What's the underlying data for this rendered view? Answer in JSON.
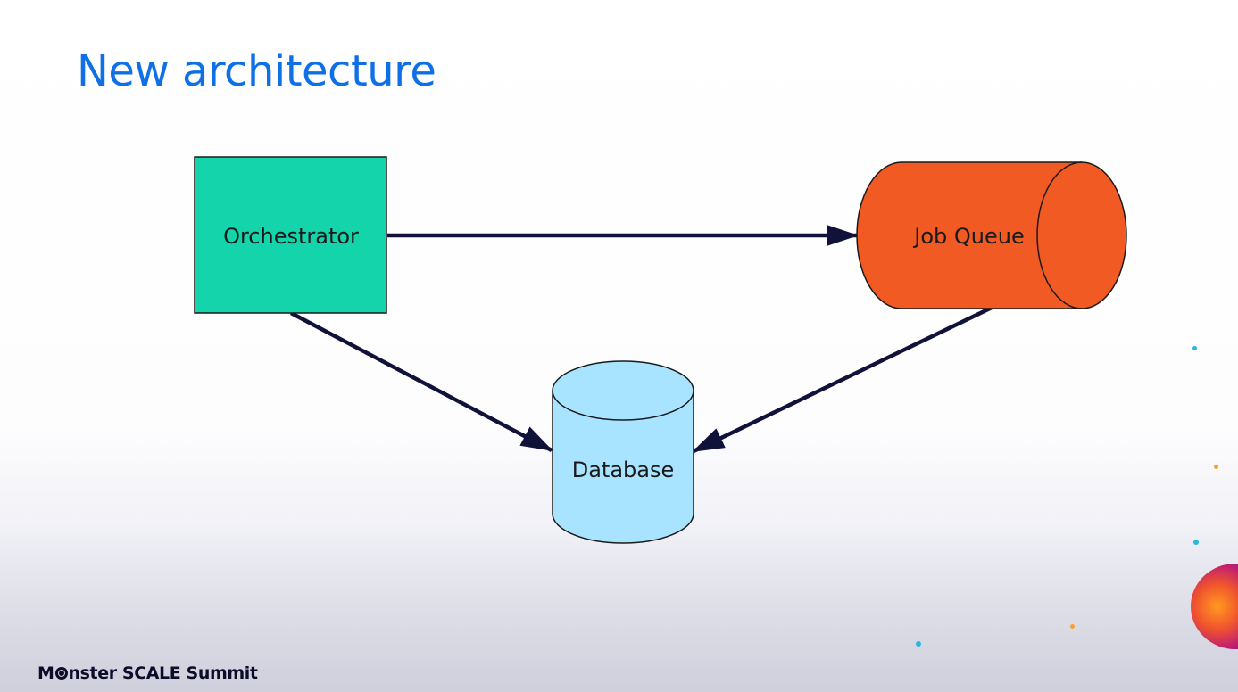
{
  "slide": {
    "title": "New architecture"
  },
  "diagram": {
    "nodes": {
      "orchestrator": {
        "label": "Orchestrator",
        "shape": "rectangle",
        "color": "#13d4ab"
      },
      "job_queue": {
        "label": "Job Queue",
        "shape": "horizontal-cylinder",
        "color": "#f15a22"
      },
      "database": {
        "label": "Database",
        "shape": "vertical-cylinder",
        "color": "#a8e3ff"
      }
    },
    "edges": [
      {
        "from": "Orchestrator",
        "to": "Job Queue"
      },
      {
        "from": "Orchestrator",
        "to": "Database"
      },
      {
        "from": "Job Queue",
        "to": "Database"
      }
    ],
    "edge_color": "#10123a"
  },
  "footer": {
    "brand_prefix": "M",
    "brand_suffix": "nster SCALE Summit",
    "brand_color": "#0c0c2a",
    "accent_colors": [
      "#2bb6e0",
      "#f7a034",
      "#f0542d",
      "#5b1c8a"
    ]
  }
}
